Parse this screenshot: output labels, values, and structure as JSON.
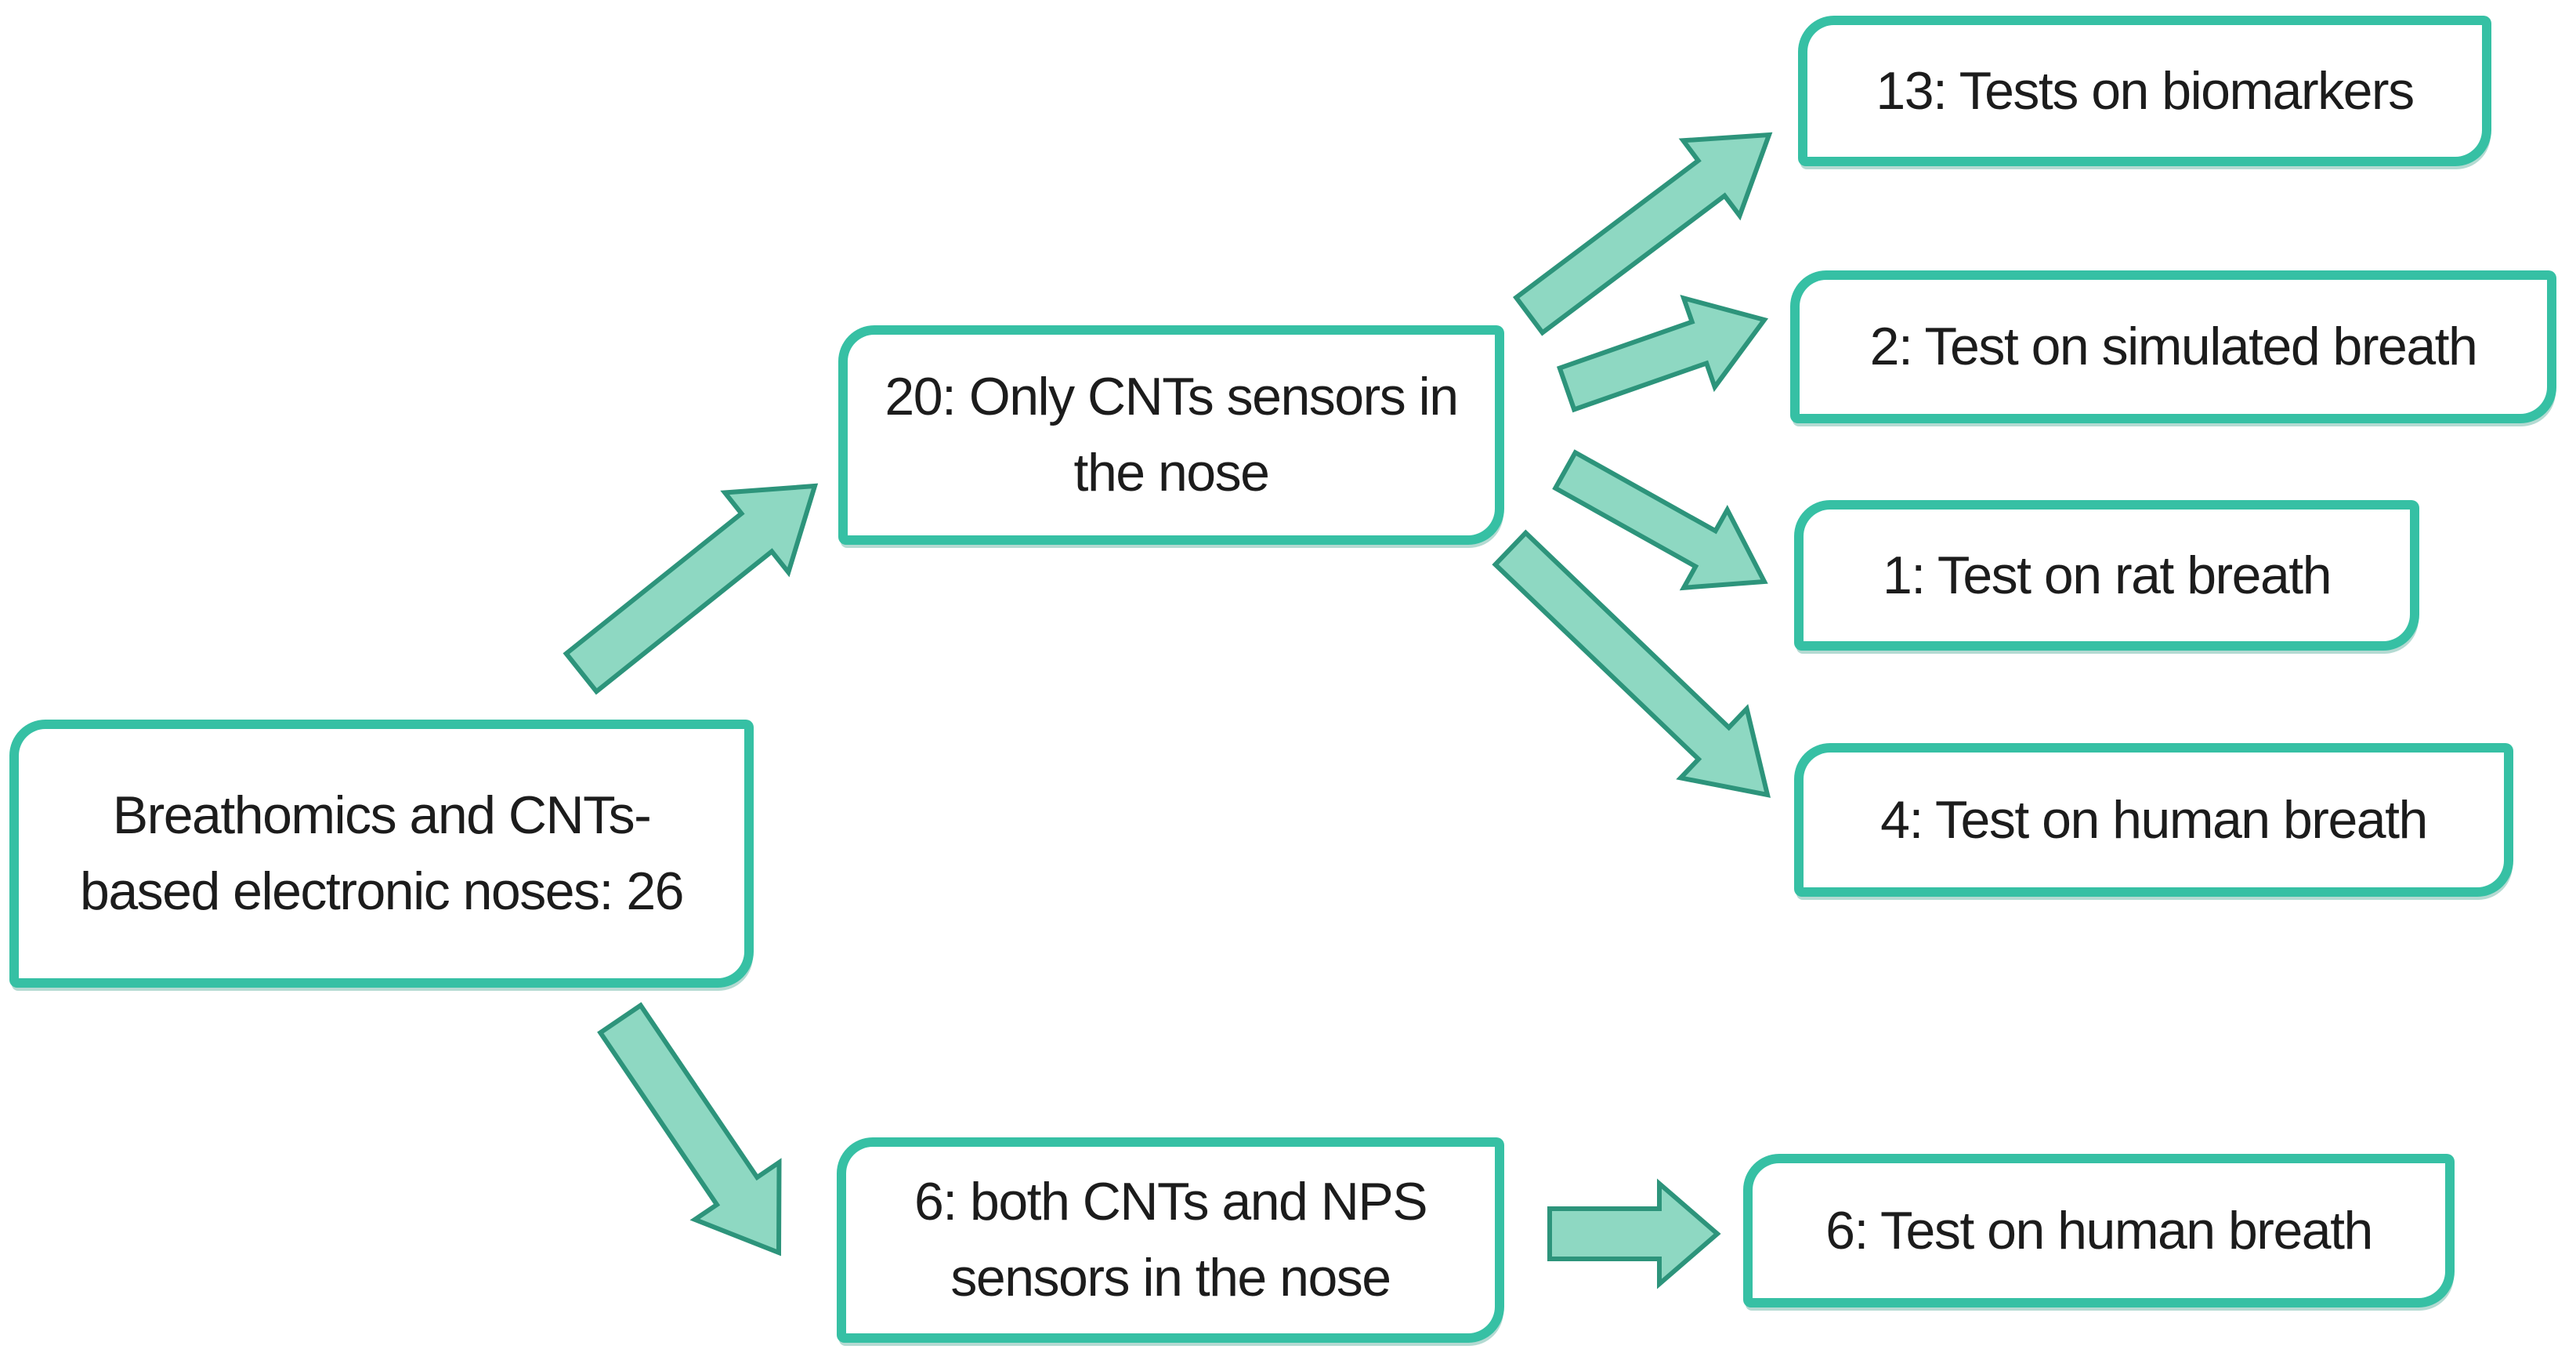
{
  "figure": {
    "type": "flow-diagram",
    "description": "Breathomics and CNTs-based electronic noses study flow",
    "background": "#ffffff"
  },
  "colors": {
    "box_border": "#36c0a4",
    "box_fill": "#ffffff",
    "arrow_fill": "#8ed8c2",
    "arrow_stroke": "#2d947b",
    "text": "#1c1c1c"
  },
  "nodes": {
    "root": {
      "count": 26,
      "label": "Breathomics and CNTs-\nbased electronic noses: 26"
    },
    "cnt20": {
      "count": 20,
      "label": "20: Only CNTs sensors in\nthe nose"
    },
    "bio13": {
      "count": 13,
      "label": "13: Tests on biomarkers"
    },
    "sim2": {
      "count": 2,
      "label": "2: Test on simulated breath"
    },
    "rat1": {
      "count": 1,
      "label": "1: Test on rat breath"
    },
    "hum4": {
      "count": 4,
      "label": "4: Test on human breath"
    },
    "both6": {
      "count": 6,
      "label": "6: both CNTs and NPS\nsensors in the nose"
    },
    "hum6": {
      "count": 6,
      "label": "6: Test on human breath"
    }
  },
  "edges": [
    {
      "from": "root",
      "to": "cnt20"
    },
    {
      "from": "cnt20",
      "to": "bio13"
    },
    {
      "from": "cnt20",
      "to": "sim2"
    },
    {
      "from": "cnt20",
      "to": "rat1"
    },
    {
      "from": "cnt20",
      "to": "hum4"
    },
    {
      "from": "root",
      "to": "both6"
    },
    {
      "from": "both6",
      "to": "hum6"
    }
  ]
}
